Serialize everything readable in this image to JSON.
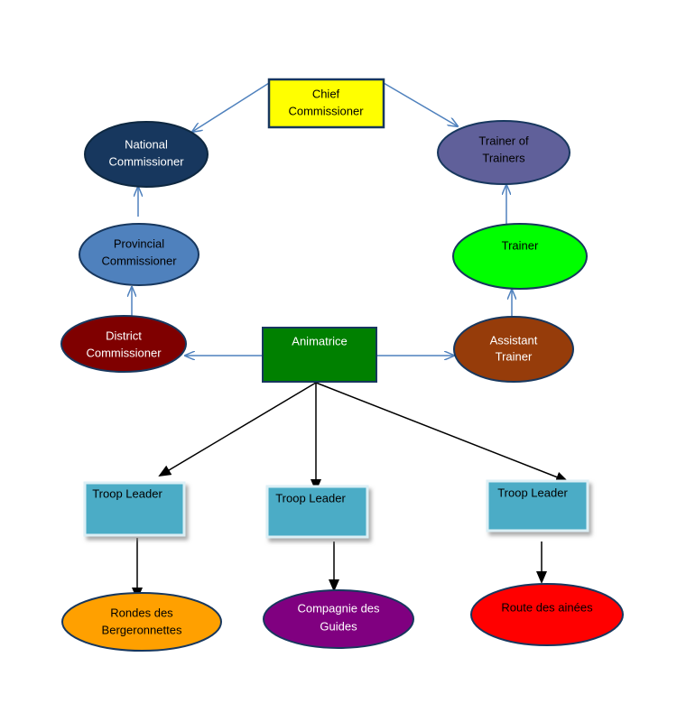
{
  "colors": {
    "blue_connector": "#4F81BD",
    "black_connector": "#000000",
    "chief_fill": "#FFFF00",
    "national_fill": "#17375E",
    "provincial_fill": "#4F81BD",
    "district_fill": "#7F0000",
    "animatrice_fill": "#008000",
    "trainer_of_trainers_fill": "#60609A",
    "trainer_fill": "#00FF00",
    "assistant_trainer_fill": "#963C0A",
    "troop_leader_fill": "#4BACC6",
    "rondes_fill": "#FFA000",
    "compagnie_fill": "#800080",
    "route_fill": "#FF0000"
  },
  "nodes": {
    "chief": {
      "lines": [
        "Chief",
        "Commissioner"
      ]
    },
    "national": {
      "lines": [
        "National",
        "Commissioner"
      ]
    },
    "provincial": {
      "lines": [
        "Provincial",
        "Commissioner"
      ]
    },
    "district": {
      "lines": [
        "District",
        "Commissioner"
      ]
    },
    "animatrice": {
      "lines": [
        "Animatrice"
      ]
    },
    "trainer_of_trainers": {
      "lines": [
        "Trainer of",
        "Trainers"
      ]
    },
    "trainer": {
      "lines": [
        "Trainer"
      ]
    },
    "assistant_trainer": {
      "lines": [
        "Assistant",
        "Trainer"
      ]
    },
    "troop_leader_1": {
      "lines": [
        "Troop Leader"
      ]
    },
    "troop_leader_2": {
      "lines": [
        "Troop Leader"
      ]
    },
    "troop_leader_3": {
      "lines": [
        "Troop Leader"
      ]
    },
    "rondes": {
      "lines": [
        "Rondes des",
        "Bergeronnettes"
      ]
    },
    "compagnie": {
      "lines": [
        "Compagnie des",
        "Guides"
      ]
    },
    "route": {
      "lines": [
        "Route des ainées"
      ]
    }
  }
}
